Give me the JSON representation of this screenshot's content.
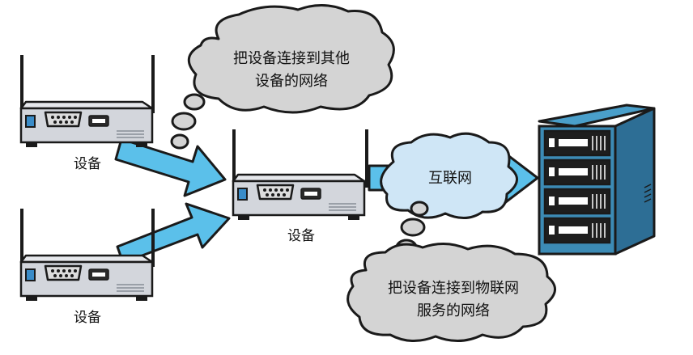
{
  "colors": {
    "arrow_fill": "#5bc0ea",
    "cloud_gray": "#d4d4d4",
    "cloud_blue": "#cfe6f6",
    "device_body": "#d3d6dc",
    "server_front": "#3c8bb5",
    "server_side": "#2d6e95",
    "outline": "#1a1a1a"
  },
  "icons": [
    "router-icon",
    "server-icon",
    "arrow-icon",
    "thought-cloud-icon",
    "cloud-icon"
  ],
  "devices": {
    "top_left_label": "设备",
    "bottom_left_label": "设备",
    "middle_label": "设备"
  },
  "clouds": {
    "top": {
      "line1": "把设备连接到其他",
      "line2": "设备的网络"
    },
    "internet": {
      "label": "互联网"
    },
    "bottom": {
      "line1": "把设备连接到物联网",
      "line2": "服务的网络"
    }
  }
}
